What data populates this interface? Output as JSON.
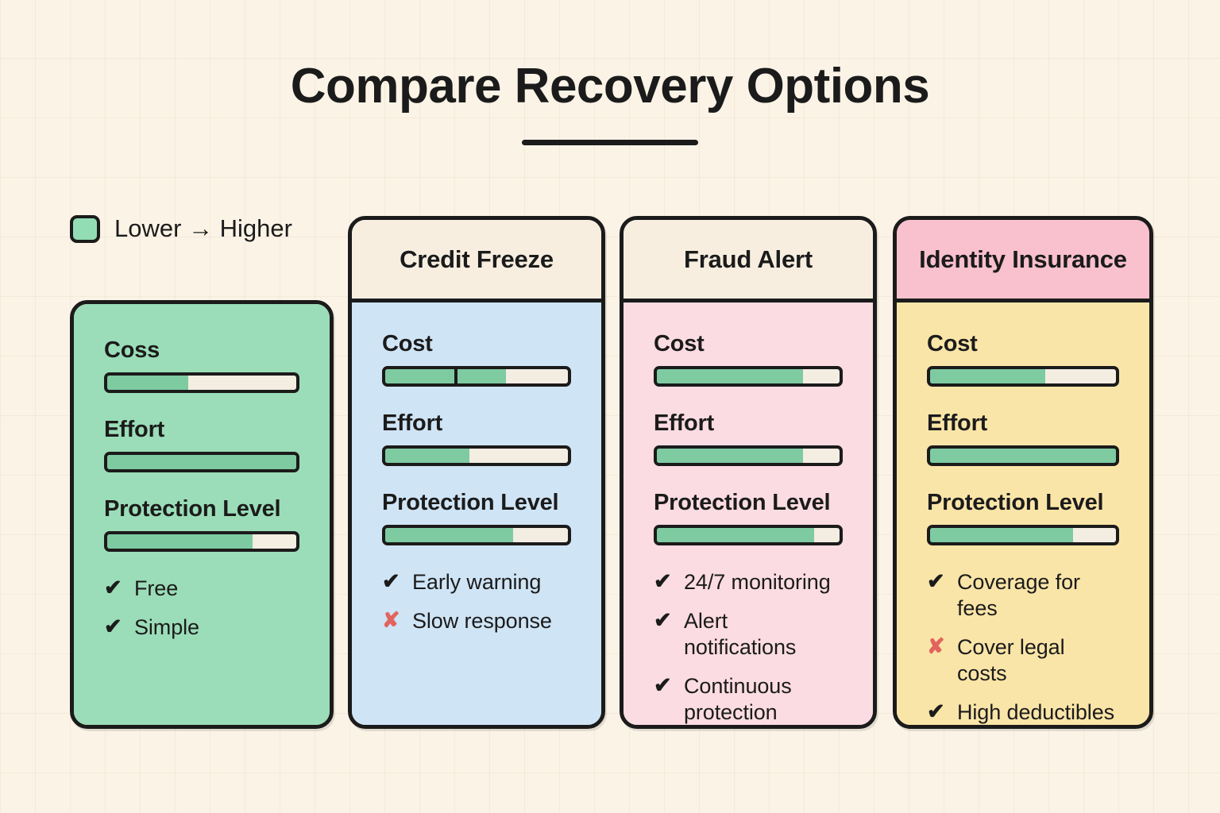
{
  "header": {
    "title": "Compare Recovery Options"
  },
  "legend": {
    "swatch_color": "#93DDB4",
    "label": "Lower → Higher"
  },
  "palette": {
    "background": "#FBF3E6",
    "ink": "#1B1B1B",
    "bar_fill": "#7ECBA1",
    "bar_track": "#F3EDE2",
    "cross_red": "#E2645E",
    "green_body": "#9BDDB8",
    "blue_body": "#CFE4F5",
    "pink_body": "#FBDCE2",
    "yellow_body": "#FAE5A8",
    "cream_header": "#F7EEE0",
    "pink_header": "#F9C0CE"
  },
  "metric_labels": {
    "cost": "Cost",
    "cost_typo": "Coss",
    "effort": "Effort",
    "protection": "Protection Level"
  },
  "cards": [
    {
      "id": "legend-card",
      "title": "",
      "has_header": false,
      "body_color": "#9BDDB8",
      "metrics": [
        {
          "label": "Coss",
          "value": 43,
          "divider": null
        },
        {
          "label": "Effort",
          "value": 100,
          "divider": null
        },
        {
          "label": "Protection Level",
          "value": 77,
          "divider": null
        }
      ],
      "bullets": [
        {
          "icon": "check-icon",
          "mark": "✔",
          "text": "Free"
        },
        {
          "icon": "check-icon",
          "mark": "✔",
          "text": "Simple"
        }
      ]
    },
    {
      "id": "credit-freeze",
      "title": "Credit Freeze",
      "has_header": true,
      "header_color": "#F7EEE0",
      "body_color": "#CFE4F5",
      "metrics": [
        {
          "label": "Cost",
          "value": 66,
          "divider": 38
        },
        {
          "label": "Effort",
          "value": 46,
          "divider": null
        },
        {
          "label": "Protection Level",
          "value": 70,
          "divider": null
        }
      ],
      "bullets": [
        {
          "icon": "check-icon",
          "mark": "✔",
          "text": "Early warning"
        },
        {
          "icon": "cross-icon",
          "mark": "✘",
          "text": "Slow response"
        }
      ]
    },
    {
      "id": "fraud-alert",
      "title": "Fraud Alert",
      "has_header": true,
      "header_color": "#F7EEE0",
      "body_color": "#FBDCE2",
      "metrics": [
        {
          "label": "Cost",
          "value": 80,
          "divider": null
        },
        {
          "label": "Effort",
          "value": 80,
          "divider": null
        },
        {
          "label": "Protection Level",
          "value": 86,
          "divider": null
        }
      ],
      "bullets": [
        {
          "icon": "check-icon",
          "mark": "✔",
          "text": "24/7 monitoring"
        },
        {
          "icon": "check-icon",
          "mark": "✔",
          "text": "Alert notifications"
        },
        {
          "icon": "check-icon",
          "mark": "✔",
          "text": "Continuous protection"
        }
      ]
    },
    {
      "id": "identity-insurance",
      "title": "Identity Insurance",
      "has_header": true,
      "header_color": "#F9C0CE",
      "body_color": "#FAE5A8",
      "metrics": [
        {
          "label": "Cost",
          "value": 62,
          "divider": null
        },
        {
          "label": "Effort",
          "value": 100,
          "divider": null
        },
        {
          "label": "Protection Level",
          "value": 77,
          "divider": null
        }
      ],
      "bullets": [
        {
          "icon": "check-icon",
          "mark": "✔",
          "text": "Coverage for fees"
        },
        {
          "icon": "cross-icon",
          "mark": "✘",
          "text": "Cover legal costs"
        },
        {
          "icon": "check-icon",
          "mark": "✔",
          "text": "High deductibles"
        }
      ]
    }
  ],
  "chart_data": {
    "type": "bar",
    "title": "Compare Recovery Options",
    "legend": "Lower → Higher",
    "categories": [
      "Cost",
      "Effort",
      "Protection Level"
    ],
    "series": [
      {
        "name": "Coss / legend card",
        "values": [
          43,
          100,
          77
        ]
      },
      {
        "name": "Credit Freeze",
        "values": [
          66,
          46,
          70
        ]
      },
      {
        "name": "Fraud Alert",
        "values": [
          80,
          80,
          86
        ]
      },
      {
        "name": "Identity Insurance",
        "values": [
          62,
          100,
          77
        ]
      }
    ],
    "ylim": [
      0,
      100
    ],
    "xlabel": "",
    "ylabel": "",
    "grid": false,
    "legend_position": "top-left"
  }
}
